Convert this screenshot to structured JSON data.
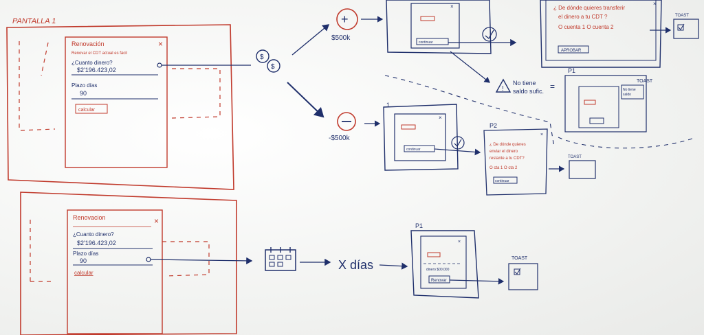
{
  "board": {
    "pantalla_title": "PANTALLA 1",
    "form_top": {
      "title": "Renovación",
      "subtitle": "Renovar el CDT actual es fácil",
      "question": "¿Cuanto dinero?",
      "amount": "$2'196.423,02",
      "term_label": "Plazo días",
      "term_value": "90",
      "button": "calcular"
    },
    "form_bottom": {
      "title": "Renovacion",
      "question": "¿Cuanto dinero?",
      "amount": "$2'196.423,02",
      "term_label": "Plazo días",
      "term_value": "90",
      "button": "calcular"
    },
    "plus_amount": "$500k",
    "minus_amount": "-$500k",
    "dialog_continue": "continuar",
    "right_top_text": [
      "¿ De dónde quieres transferir",
      "el dinero a tu CDT ?",
      "O cuenta 1  O cuenta 2"
    ],
    "right_top_button": "APROBAR",
    "toast_label": "TOAST",
    "warning_text": [
      "No tiene",
      "saldo sufic."
    ],
    "p1_label": "P1",
    "p1_toast": "TOAST",
    "p1_note": [
      "No tiene",
      "saldo"
    ],
    "n1_label": "1",
    "p2_label": "P2",
    "p2_text": [
      "¿ De dónde quieres",
      "enviar el dinero",
      "restante a tu CDT?",
      "O cta 1  O cta 2"
    ],
    "p2_button": "continuar",
    "toast2_label": "TOAST",
    "x_dias": "X días",
    "bottom_p1": "P1",
    "bottom_p1_text": "dinero $00.000",
    "bottom_p1_button": "Renovar",
    "toast3_label": "TOAST"
  },
  "colors": {
    "ink_red": "#c0392b",
    "ink_blue": "#1f2f6b"
  }
}
